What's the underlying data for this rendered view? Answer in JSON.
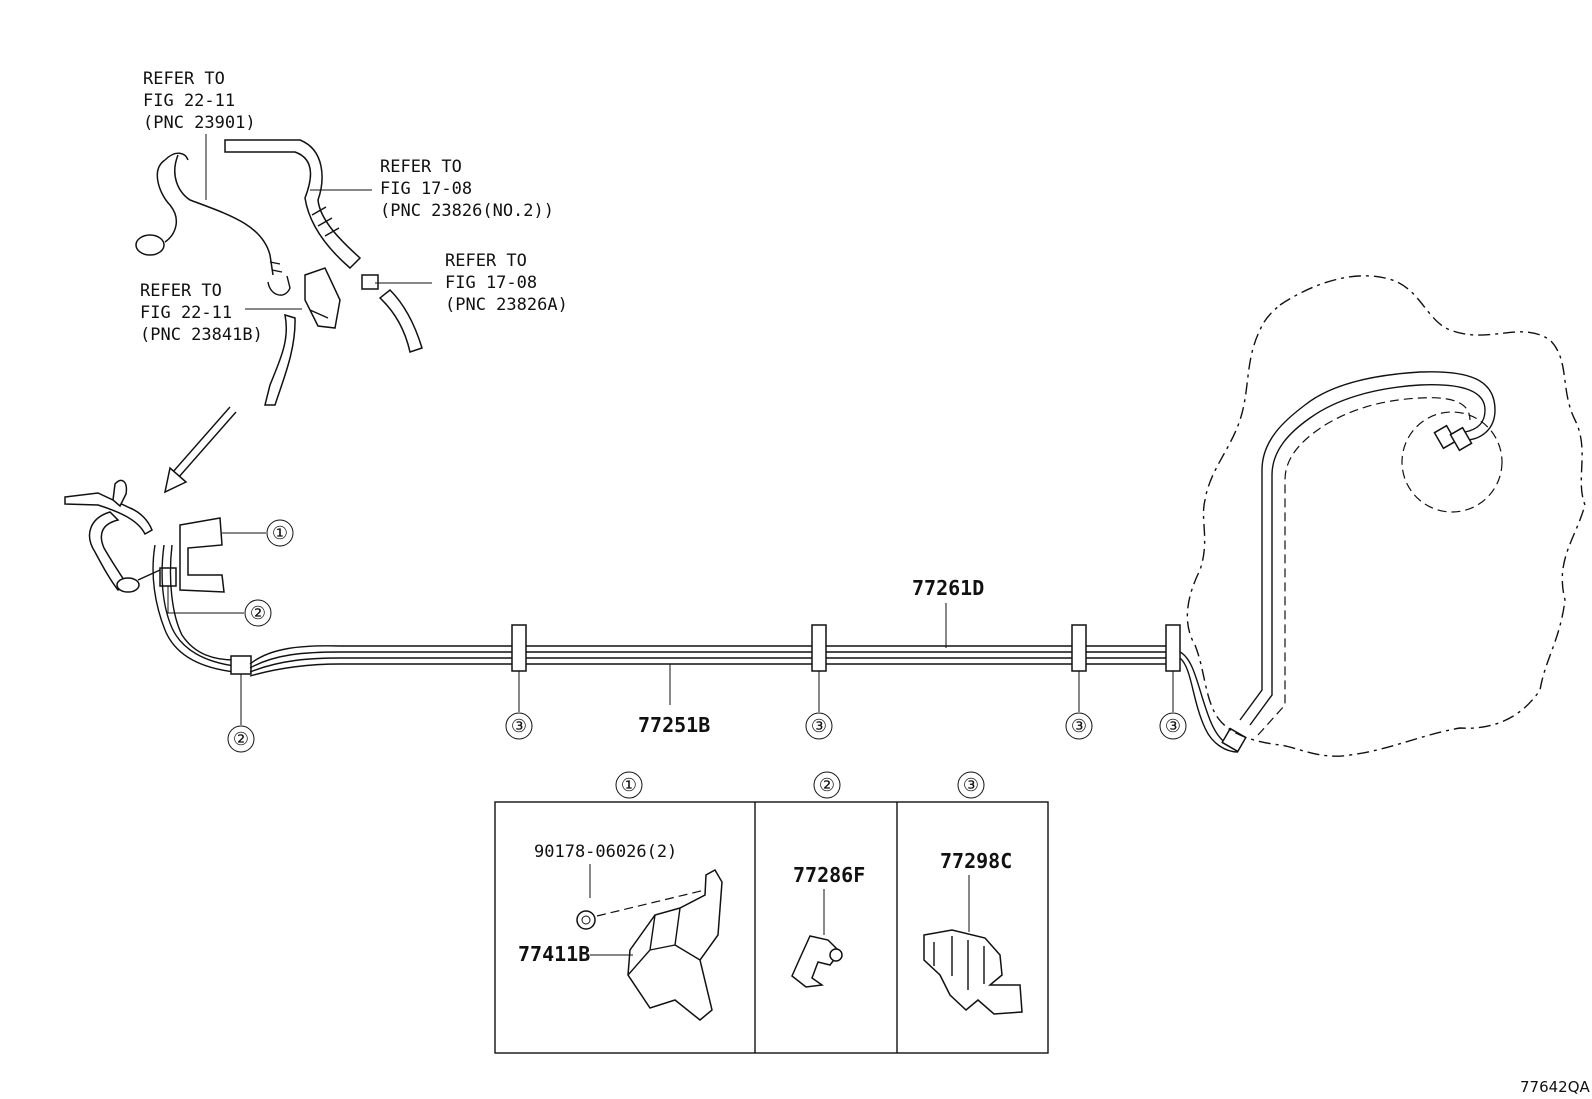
{
  "refer_labels": {
    "fuel_inlet": {
      "line1": "REFER TO",
      "line2": "FIG 22-11",
      "line3": "(PNC 23901)"
    },
    "vent_hose_no2": {
      "line1": "REFER TO",
      "line2": "FIG 17-08",
      "line3": "(PNC 23826(NO.2))"
    },
    "fuel_hose_a": {
      "line1": "REFER TO",
      "line2": "FIG 17-08",
      "line3": "(PNC 23826A)"
    },
    "breather": {
      "line1": "REFER TO",
      "line2": "FIG 22-11",
      "line3": "(PNC 23841B)"
    }
  },
  "parts": {
    "main_tube": "77261D",
    "return_tube": "77251B",
    "bolt": "90178-06026(2)",
    "bracket": "77411B",
    "clamp_2": "77286F",
    "clamp_3": "77298C"
  },
  "callouts": {
    "one": "①",
    "two": "②",
    "three": "③"
  },
  "detail_headers": [
    "①",
    "②",
    "③"
  ],
  "figure_id": "77642QA"
}
